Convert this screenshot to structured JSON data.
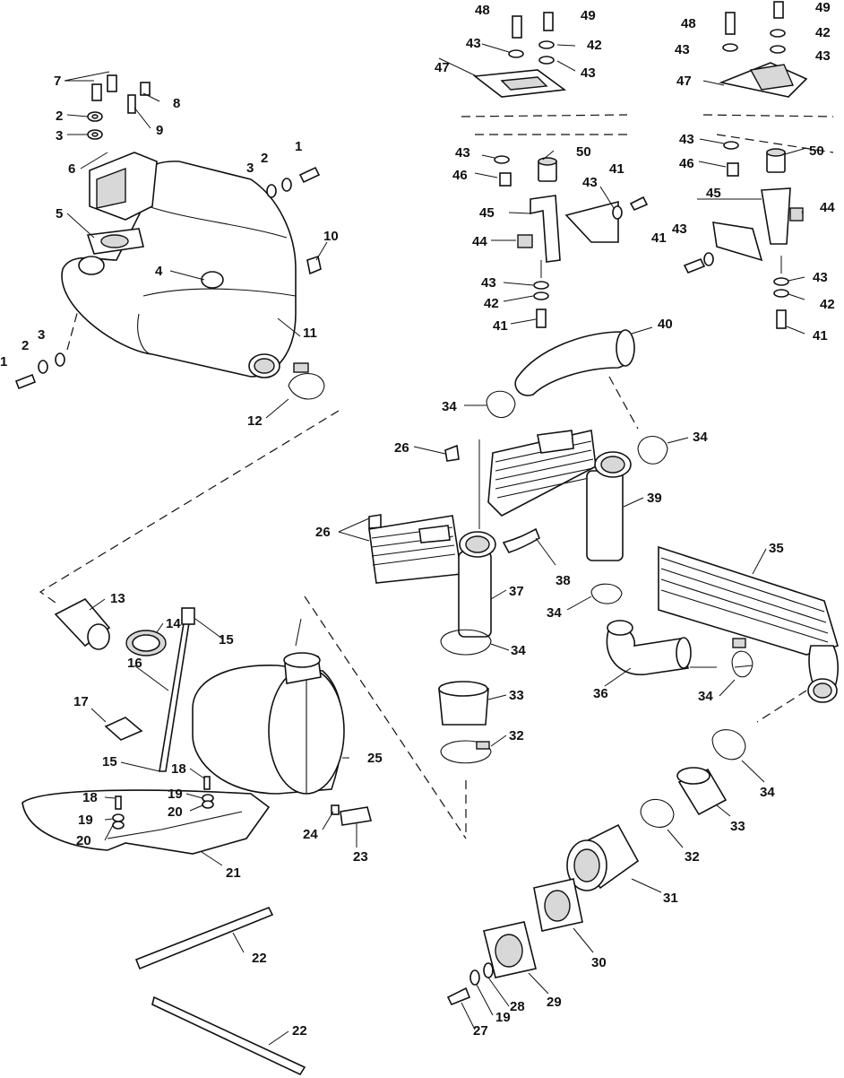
{
  "callouts": [
    {
      "id": "c48a",
      "text": "48"
    },
    {
      "id": "c49a",
      "text": "49"
    },
    {
      "id": "c43a",
      "text": "43"
    },
    {
      "id": "c42a",
      "text": "42"
    },
    {
      "id": "c47a",
      "text": "47"
    },
    {
      "id": "c43b",
      "text": "43"
    },
    {
      "id": "c48b",
      "text": "48"
    },
    {
      "id": "c49b",
      "text": "49"
    },
    {
      "id": "c43c",
      "text": "43"
    },
    {
      "id": "c42b",
      "text": "42"
    },
    {
      "id": "c47b",
      "text": "47"
    },
    {
      "id": "c43d",
      "text": "43"
    },
    {
      "id": "c7",
      "text": "7"
    },
    {
      "id": "c8",
      "text": "8"
    },
    {
      "id": "c2a",
      "text": "2"
    },
    {
      "id": "c9",
      "text": "9"
    },
    {
      "id": "c3a",
      "text": "3"
    },
    {
      "id": "c6",
      "text": "6"
    },
    {
      "id": "c3b",
      "text": "3"
    },
    {
      "id": "c2b",
      "text": "2"
    },
    {
      "id": "c1a",
      "text": "1"
    },
    {
      "id": "c5",
      "text": "5"
    },
    {
      "id": "c10",
      "text": "10"
    },
    {
      "id": "c4",
      "text": "4"
    },
    {
      "id": "c11",
      "text": "11"
    },
    {
      "id": "c1b",
      "text": "1"
    },
    {
      "id": "c2c",
      "text": "2"
    },
    {
      "id": "c3c",
      "text": "3"
    },
    {
      "id": "c12",
      "text": "12"
    },
    {
      "id": "c43e",
      "text": "43"
    },
    {
      "id": "c50a",
      "text": "50"
    },
    {
      "id": "c46a",
      "text": "46"
    },
    {
      "id": "c41a",
      "text": "41"
    },
    {
      "id": "c43f",
      "text": "43"
    },
    {
      "id": "c45a",
      "text": "45"
    },
    {
      "id": "c44a",
      "text": "44"
    },
    {
      "id": "c43g",
      "text": "43"
    },
    {
      "id": "c42c",
      "text": "42"
    },
    {
      "id": "c41b",
      "text": "41"
    },
    {
      "id": "c43h",
      "text": "43"
    },
    {
      "id": "c50b",
      "text": "50"
    },
    {
      "id": "c46b",
      "text": "46"
    },
    {
      "id": "c45b",
      "text": "45"
    },
    {
      "id": "c44b",
      "text": "44"
    },
    {
      "id": "c41c",
      "text": "41"
    },
    {
      "id": "c43i",
      "text": "43"
    },
    {
      "id": "c43j",
      "text": "43"
    },
    {
      "id": "c42d",
      "text": "42"
    },
    {
      "id": "c41d",
      "text": "41"
    },
    {
      "id": "c40",
      "text": "40"
    },
    {
      "id": "c34a",
      "text": "34"
    },
    {
      "id": "c34b",
      "text": "34"
    },
    {
      "id": "c26a",
      "text": "26"
    },
    {
      "id": "c39",
      "text": "39"
    },
    {
      "id": "c26b",
      "text": "26"
    },
    {
      "id": "c35",
      "text": "35"
    },
    {
      "id": "c38",
      "text": "38"
    },
    {
      "id": "c37",
      "text": "37"
    },
    {
      "id": "c34c",
      "text": "34"
    },
    {
      "id": "c34d",
      "text": "34"
    },
    {
      "id": "c36",
      "text": "36"
    },
    {
      "id": "c34e",
      "text": "34"
    },
    {
      "id": "c33a",
      "text": "33"
    },
    {
      "id": "c32a",
      "text": "32"
    },
    {
      "id": "c34f",
      "text": "34"
    },
    {
      "id": "c33b",
      "text": "33"
    },
    {
      "id": "c32b",
      "text": "32"
    },
    {
      "id": "c13",
      "text": "13"
    },
    {
      "id": "c14",
      "text": "14"
    },
    {
      "id": "c15a",
      "text": "15"
    },
    {
      "id": "c16",
      "text": "16"
    },
    {
      "id": "c17",
      "text": "17"
    },
    {
      "id": "c25",
      "text": "25"
    },
    {
      "id": "c15b",
      "text": "15"
    },
    {
      "id": "c18a",
      "text": "18"
    },
    {
      "id": "c19a",
      "text": "19"
    },
    {
      "id": "c18b",
      "text": "18"
    },
    {
      "id": "c20a",
      "text": "20"
    },
    {
      "id": "c19b",
      "text": "19"
    },
    {
      "id": "c20b",
      "text": "20"
    },
    {
      "id": "c21",
      "text": "21"
    },
    {
      "id": "c24",
      "text": "24"
    },
    {
      "id": "c23",
      "text": "23"
    },
    {
      "id": "c31",
      "text": "31"
    },
    {
      "id": "c30",
      "text": "30"
    },
    {
      "id": "c22a",
      "text": "22"
    },
    {
      "id": "c29",
      "text": "29"
    },
    {
      "id": "c28",
      "text": "28"
    },
    {
      "id": "c19c",
      "text": "19"
    },
    {
      "id": "c27",
      "text": "27"
    },
    {
      "id": "c22b",
      "text": "22"
    }
  ]
}
